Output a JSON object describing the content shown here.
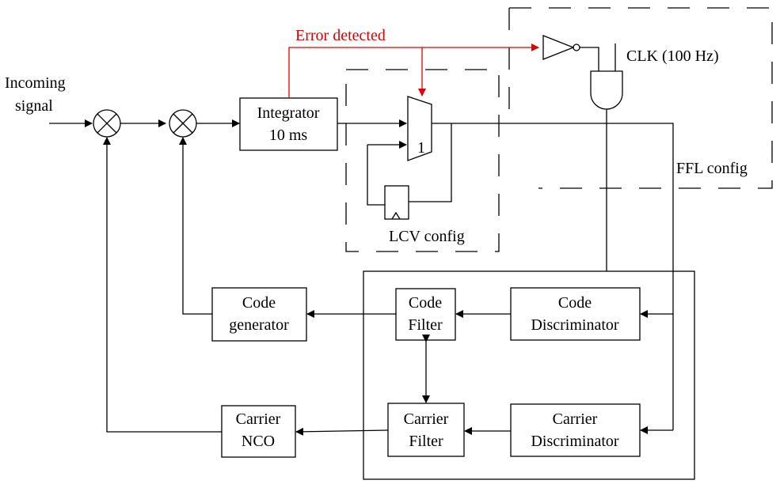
{
  "labels": {
    "incoming_1": "Incoming",
    "incoming_2": "signal",
    "error_detected": "Error detected",
    "clk": "CLK (100 Hz)",
    "ffl_config": "FFL config",
    "lcv_config": "LCV config",
    "integrator_1": "Integrator",
    "integrator_2": "10 ms",
    "mux_one": "1",
    "code_gen_1": "Code",
    "code_gen_2": "generator",
    "code_filter_1": "Code",
    "code_filter_2": "Filter",
    "code_disc_1": "Code",
    "code_disc_2": "Discriminator",
    "carrier_nco_1": "Carrier",
    "carrier_nco_2": "NCO",
    "carrier_filter_1": "Carrier",
    "carrier_filter_2": "Filter",
    "carrier_disc_1": "Carrier",
    "carrier_disc_2": "Discriminator"
  },
  "colors": {
    "error_path": "#e00000",
    "lines": "#000000"
  }
}
